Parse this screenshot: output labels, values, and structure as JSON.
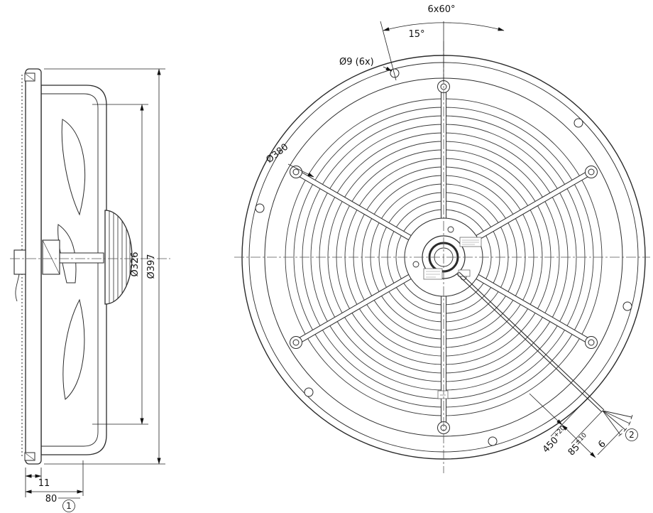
{
  "side_view": {
    "dim_outer_diameter": "Ø397",
    "dim_fan_diameter": "Ø326",
    "dim_flange_depth": "11",
    "dim_total_depth": "80",
    "marker_1": "1"
  },
  "front_view": {
    "hole_spacing_angle": "6x60°",
    "hole_offset_angle": "15°",
    "hole_diameter_note": "Ø9 (6x)",
    "bolt_circle_diameter": "Ø380",
    "cable_length": "450",
    "cable_length_tolerance": "+20",
    "lead_length": "85",
    "lead_length_tolerance": "±10",
    "strip_length": "6",
    "marker_2": "2"
  },
  "colors": {
    "line": "#2b2b2b",
    "thin_line": "#444444",
    "centerline": "#555555"
  }
}
